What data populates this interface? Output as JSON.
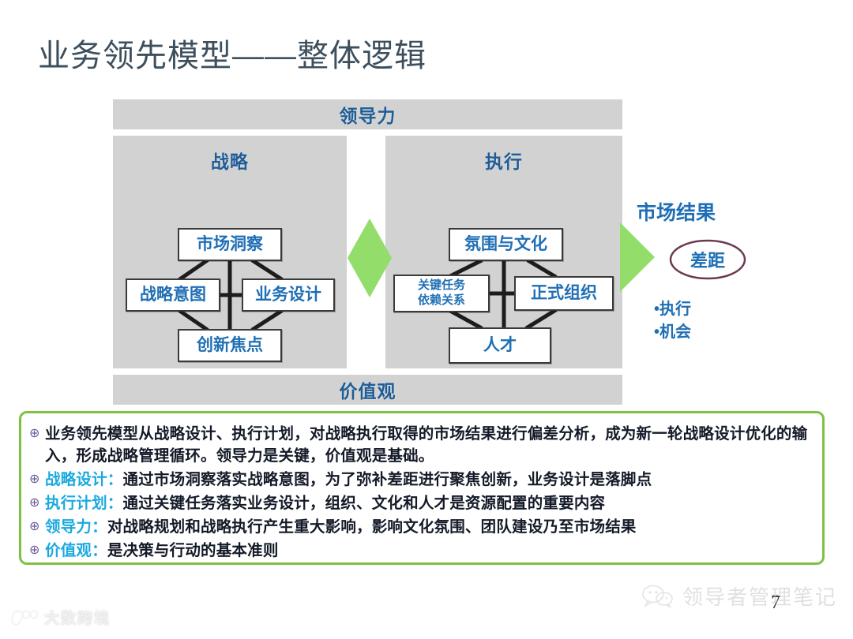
{
  "slide": {
    "title": "业务领先模型——整体逻辑",
    "page_number": "7"
  },
  "diagram": {
    "leadership_band": "领导力",
    "values_band": "价值观",
    "strategy_panel": {
      "label": "战略",
      "nodes": [
        {
          "id": "market-insight",
          "label": "市场洞察"
        },
        {
          "id": "strategic-intent",
          "label": "战略意图"
        },
        {
          "id": "business-design",
          "label": "业务设计"
        },
        {
          "id": "innovation-focus",
          "label": "创新焦点"
        }
      ]
    },
    "execution_panel": {
      "label": "执行",
      "nodes": [
        {
          "id": "atmosphere-culture",
          "label": "氛围与文化"
        },
        {
          "id": "key-tasks-line1",
          "label": "关键任务"
        },
        {
          "id": "key-tasks-line2",
          "label": "依赖关系"
        },
        {
          "id": "formal-org",
          "label": "正式组织"
        },
        {
          "id": "talent",
          "label": "人才"
        }
      ]
    },
    "connectors": {
      "middle_shape": "green-diamond",
      "right_shape": "green-right-arrow"
    }
  },
  "market_results": {
    "title": "市场结果",
    "gap_label": "差距",
    "bullets": [
      "执行",
      "机会"
    ]
  },
  "summary": {
    "rows": [
      {
        "lead": "",
        "body": "业务领先模型从战略设计、执行计划，对战略执行取得的市场结果进行偏差分析，成为新一轮战略设计优化的输入，形成战略管理循环。领导力是关键，价值观是基础。"
      },
      {
        "lead": "战略设计：",
        "body": "通过市场洞察落实战略意图，为了弥补差距进行聚焦创新，业务设计是落脚点"
      },
      {
        "lead": "执行计划：",
        "body": "通过关键任务落实业务设计，组织、文化和人才是资源配置的重要内容"
      },
      {
        "lead": "领导力：",
        "body": "对战略规划和战略执行产生重大影响，影响文化氛围、团队建设乃至市场结果"
      },
      {
        "lead": "价值观：",
        "body": "是决策与行动的基本准则"
      }
    ],
    "bullet_glyph": "⊕"
  },
  "watermarks": {
    "left_text": "大数跨境",
    "right_text": "领导者管理笔记"
  },
  "colors": {
    "title": "#3d4f5c",
    "band_gray": "#d2d2d2",
    "heading_blue": "#1f5c96",
    "node_blue": "#1f6fb5",
    "green_accent": "#93dd6b",
    "box_border_green": "#7dc242",
    "summary_lead_cyan": "#1ba9e0",
    "summary_body": "#141a28",
    "gap_ellipse": "#6b3a52",
    "bullet_purple": "#6a5b9c"
  }
}
